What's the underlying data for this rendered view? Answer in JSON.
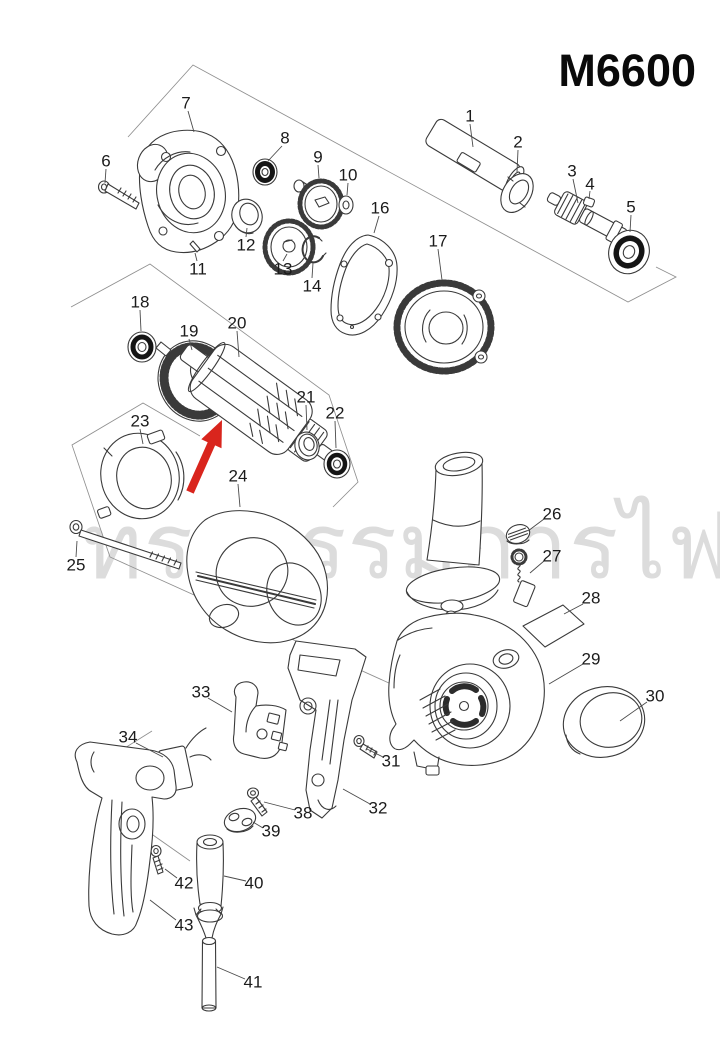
{
  "title": "M6600",
  "watermark": "ทรงธรรมการไฟฟ้า",
  "arrow": {
    "color": "#d9251d",
    "points_to_part": "20"
  },
  "parts": {
    "p1": "1",
    "p2": "2",
    "p3": "3",
    "p4": "4",
    "p5": "5",
    "p6": "6",
    "p7": "7",
    "p8": "8",
    "p9": "9",
    "p10": "10",
    "p11": "11",
    "p12": "12",
    "p13": "13",
    "p14": "14",
    "p16": "16",
    "p17": "17",
    "p18": "18",
    "p19": "19",
    "p20": "20",
    "p21": "21",
    "p22": "22",
    "p23": "23",
    "p24": "24",
    "p25": "25",
    "p26": "26",
    "p27": "27",
    "p28": "28",
    "p29": "29",
    "p30": "30",
    "p31": "31",
    "p32": "32",
    "p33": "33",
    "p34": "34",
    "p38": "38",
    "p39": "39",
    "p40": "40",
    "p41": "41",
    "p42": "42",
    "p43": "43"
  }
}
